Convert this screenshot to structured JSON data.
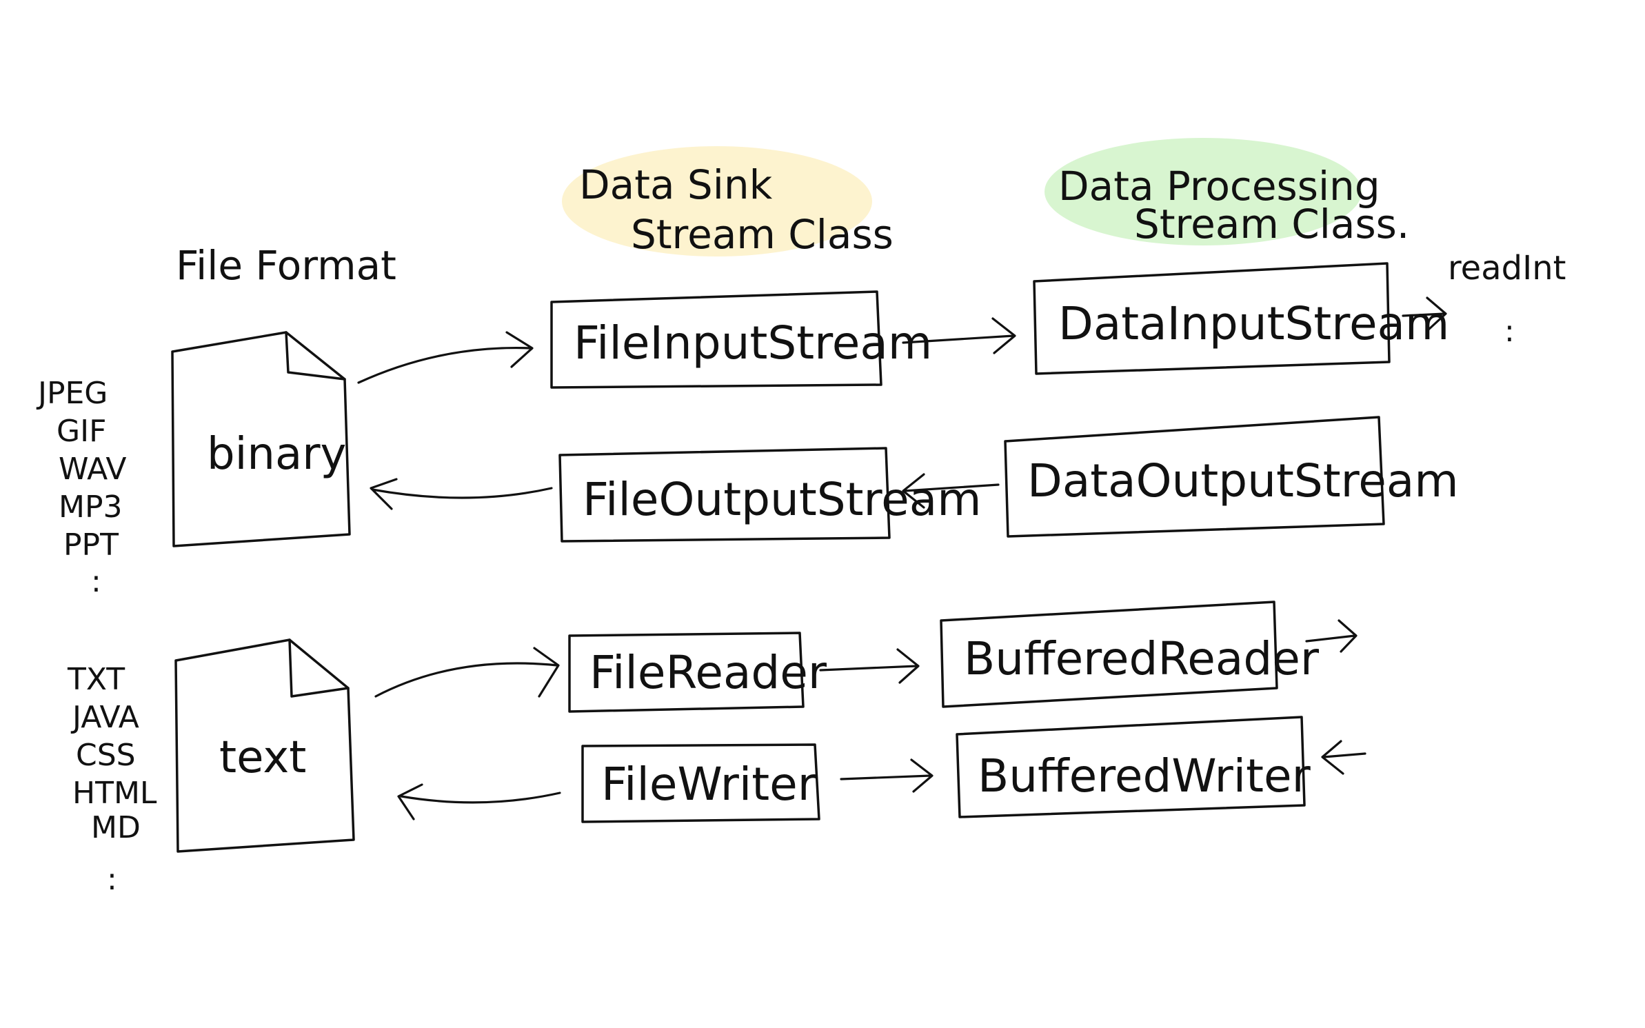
{
  "highlights": {
    "sink_color": "#fdf3cf",
    "processing_color": "#d8f5d0"
  },
  "headings": {
    "file_format": "File Format",
    "sink_line1": "Data Sink",
    "sink_line2": "Stream Class",
    "processing_line1": "Data Processing",
    "processing_line2": "Stream Class."
  },
  "binary_group": {
    "formats": [
      "JPEG",
      "GIF",
      "WAV",
      "MP3",
      "PPT"
    ],
    "more": ":",
    "file_label": "binary",
    "sink_in": "FileInputStream",
    "sink_out": "FileOutputStream",
    "proc_in": "DataInputStream",
    "proc_out": "DataOutputStream",
    "method": "readInt",
    "method_more": ":"
  },
  "text_group": {
    "formats": [
      "TXT",
      "JAVA",
      "CSS",
      "HTML",
      "MD"
    ],
    "more": ":",
    "file_label": "text",
    "sink_in": "FileReader",
    "sink_out": "FileWriter",
    "proc_in": "BufferedReader",
    "proc_out": "BufferedWriter"
  }
}
